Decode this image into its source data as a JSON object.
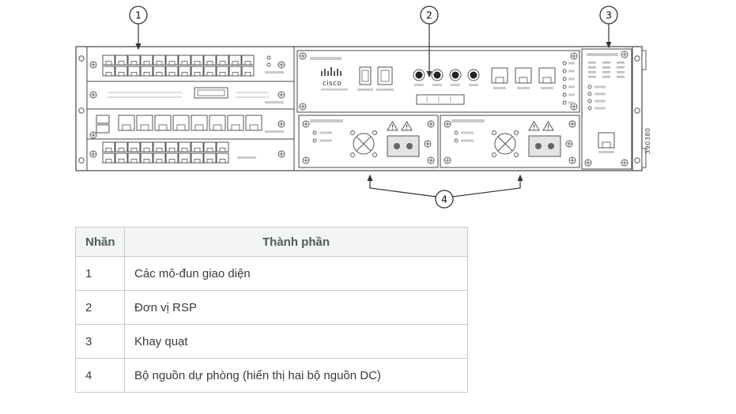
{
  "figure": {
    "callout_1": "1",
    "callout_2": "2",
    "callout_3": "3",
    "callout_4": "4",
    "brand": "cisco",
    "figure_number": "390380",
    "line_color": "#444444",
    "callout_color": "#222222"
  },
  "table": {
    "header_label": "Nhãn",
    "header_component": "Thành phần",
    "rows": [
      {
        "label": "1",
        "component": "Các mô-đun giao diện"
      },
      {
        "label": "2",
        "component": "Đơn vị RSP"
      },
      {
        "label": "3",
        "component": "Khay quạt"
      },
      {
        "label": "4",
        "component": "Bộ nguồn dự phòng (hiển thị hai bộ nguồn DC)"
      }
    ]
  }
}
